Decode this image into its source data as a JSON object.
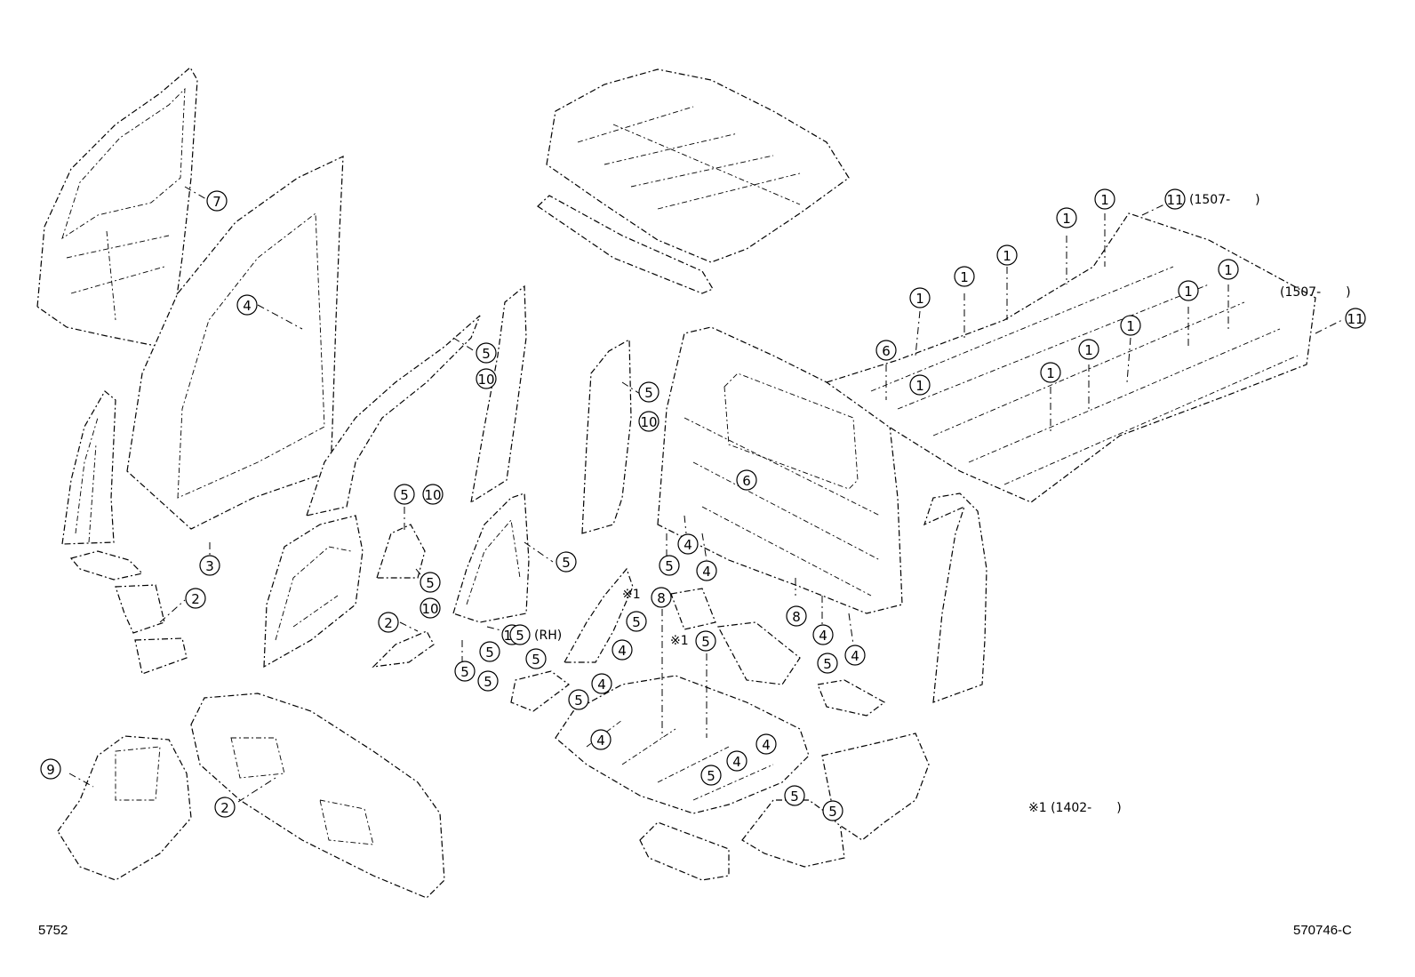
{
  "diagram": {
    "callouts": [
      {
        "label": "7",
        "note": ""
      },
      {
        "label": "4",
        "note": ""
      },
      {
        "label": "3",
        "note": ""
      },
      {
        "label": "2",
        "note": ""
      },
      {
        "label": "5",
        "note": ""
      },
      {
        "label": "10",
        "note": ""
      },
      {
        "label": "5",
        "note": ""
      },
      {
        "label": "10",
        "note": ""
      },
      {
        "label": "5",
        "note": ""
      },
      {
        "label": "10",
        "note": ""
      },
      {
        "label": "5",
        "note": ""
      },
      {
        "label": "10",
        "note": ""
      },
      {
        "label": "5",
        "note": ""
      },
      {
        "label": "10",
        "note": ""
      },
      {
        "label": "2",
        "note": ""
      },
      {
        "label": "5",
        "note": ""
      },
      {
        "label": "5",
        "note": "(RH)"
      },
      {
        "label": "5",
        "note": ""
      },
      {
        "label": "5",
        "note": ""
      },
      {
        "label": "5",
        "note": ""
      },
      {
        "label": "9",
        "note": ""
      },
      {
        "label": "2",
        "note": ""
      },
      {
        "label": "5",
        "note": ""
      },
      {
        "label": "4",
        "note": ""
      },
      {
        "label": "4",
        "note": ""
      },
      {
        "label": "5",
        "note": ""
      },
      {
        "label": "4",
        "note": ""
      },
      {
        "label": "4",
        "note": ""
      },
      {
        "label": "5",
        "note": ""
      },
      {
        "label": "4",
        "note": ""
      },
      {
        "label": "4",
        "note": ""
      },
      {
        "label": "5",
        "note": ""
      },
      {
        "label": "4",
        "note": ""
      },
      {
        "label": "5",
        "note": ""
      },
      {
        "label": "4",
        "note": ""
      },
      {
        "label": "4",
        "note": ""
      },
      {
        "label": "8",
        "note": ""
      },
      {
        "label": "8",
        "note": ""
      },
      {
        "label": "5",
        "note": ""
      },
      {
        "label": "5",
        "note": ""
      },
      {
        "label": "5",
        "note": ""
      },
      {
        "label": "6",
        "note": ""
      },
      {
        "label": "6",
        "note": ""
      },
      {
        "label": "1",
        "note": ""
      },
      {
        "label": "1",
        "note": ""
      },
      {
        "label": "1",
        "note": ""
      },
      {
        "label": "1",
        "note": ""
      },
      {
        "label": "1",
        "note": ""
      },
      {
        "label": "1",
        "note": ""
      },
      {
        "label": "1",
        "note": ""
      },
      {
        "label": "1",
        "note": ""
      },
      {
        "label": "1",
        "note": ""
      },
      {
        "label": "1",
        "note": ""
      },
      {
        "label": "1",
        "note": ""
      },
      {
        "label": "11",
        "note": "(1507-　　)"
      },
      {
        "label": "11",
        "note": ""
      }
    ],
    "notes": {
      "floor_note": "(1507-　　)",
      "star_note_8a": "※1",
      "star_note_8b": "※1",
      "footnote": "※1 (1402-　　)"
    }
  },
  "footer": {
    "left_code": "5752",
    "right_code": "570746-C"
  }
}
